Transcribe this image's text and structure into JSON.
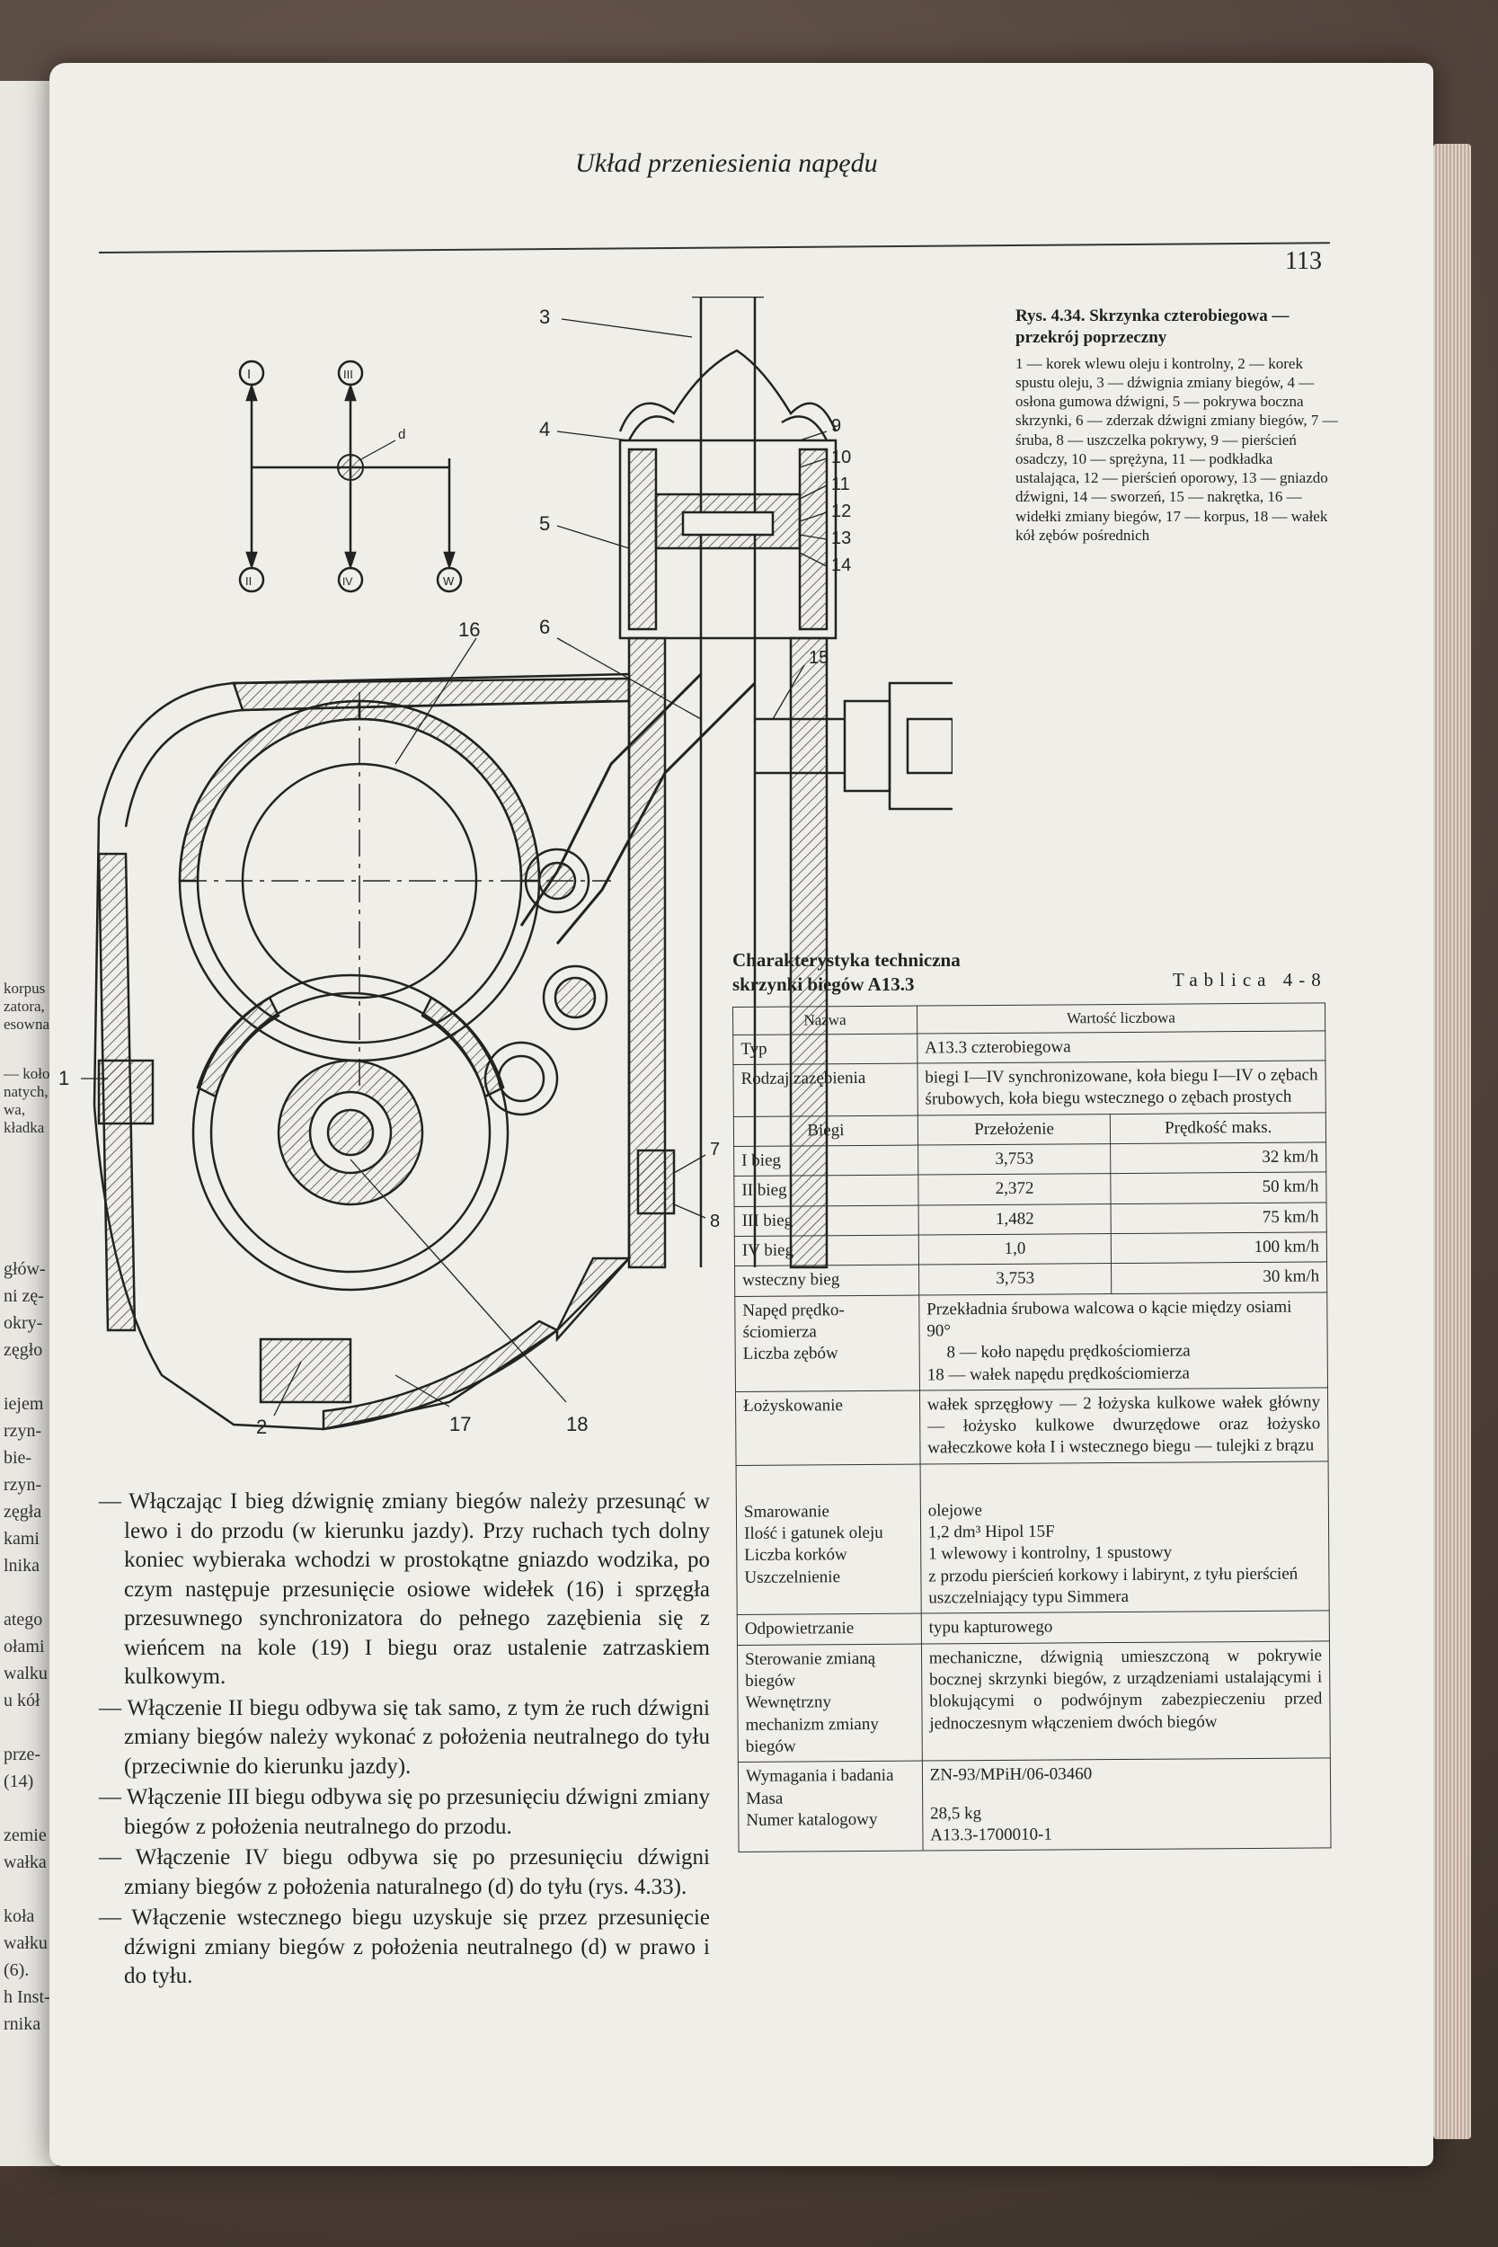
{
  "page": {
    "running_head": "Układ przeniesienia napędu",
    "number": "113"
  },
  "left_page_fragments": [
    "korpus",
    "zatora,",
    "esowna",
    "— koło",
    "natych,",
    "wa,",
    "kładka",
    "głów-",
    "ni zę-",
    "okry-",
    "zęgło",
    "iejem",
    "rzyn-",
    "bie-",
    "rzyn-",
    "zęgła",
    "kami",
    "lnika",
    "atego",
    "ołami",
    "walku",
    "u kół",
    "prze-",
    "(14)",
    "zemie",
    "wałka",
    "koła",
    "wałku",
    "(6).",
    "h Inst-",
    "rnika"
  ],
  "diagram": {
    "shift_positions": [
      "I",
      "III",
      "II",
      "IV",
      "W"
    ],
    "neutral_label": "d",
    "callouts": [
      "1",
      "2",
      "3",
      "4",
      "5",
      "6",
      "7",
      "8",
      "9",
      "10",
      "11",
      "12",
      "13",
      "14",
      "15",
      "16",
      "17",
      "18"
    ]
  },
  "caption": {
    "title": "Rys. 4.34. Skrzynka czterobiegowa — przekrój poprzeczny",
    "text": "1 — korek wlewu oleju i kontrolny, 2 — korek spustu oleju, 3 — dźwignia zmiany biegów, 4 — osłona gumowa dźwigni, 5 — pokrywa boczna skrzynki, 6 — zderzak dźwigni zmiany biegów, 7 — śruba, 8 — uszczelka pokrywy, 9 — pierścień osadczy, 10 — sprężyna, 11 — podkładka ustalająca, 12 — pierścień oporowy, 13 — gniazdo dźwigni, 14 — sworzeń, 15 — nakrętka, 16 — widełki zmiany biegów, 17 — korpus, 18 — wałek kół zębów pośrednich"
  },
  "table": {
    "title_line1": "Charakterystyka techniczna",
    "title_line2": "skrzynki biegów A13.3",
    "label": "Tablica 4-8",
    "head_name": "Nazwa",
    "head_value": "Wartość liczbowa",
    "typ_label": "Typ",
    "typ_value": "A13.3 czterobiegowa",
    "zaz_label": "Rodzaj zazębienia",
    "zaz_value": "biegi I—IV synchronizowane, koła biegu I—IV o zębach śrubowych, koła biegu wstecznego o zębach prostych",
    "gear_head": [
      "Biegi",
      "Przełożenie",
      "Prędkość maks."
    ],
    "gears": [
      {
        "name": "I bieg",
        "ratio": "3,753",
        "speed": "32 km/h"
      },
      {
        "name": "II bieg",
        "ratio": "2,372",
        "speed": "50 km/h"
      },
      {
        "name": "III bieg",
        "ratio": "1,482",
        "speed": "75 km/h"
      },
      {
        "name": "IV bieg",
        "ratio": "1,0",
        "speed": "100 km/h"
      },
      {
        "name": "wsteczny bieg",
        "ratio": "3,753",
        "speed": "30 km/h"
      }
    ],
    "naped_label": [
      "Napęd prędko-",
      "ściomierza",
      "Liczba zębów"
    ],
    "naped_value": [
      "Przekładnia śrubowa walcowa o kącie między osiami 90°",
      "8 — koło napędu prędkościomierza",
      "18 — wałek napędu prędkościomierza"
    ],
    "loz_label": "Łożyskowanie",
    "loz_value": "wałek sprzęgłowy — 2 łożyska kulkowe wałek główny — łożysko kulkowe dwurzędowe oraz łożysko wałeczkowe koła I i wstecznego biegu — tulejki z brązu",
    "smar_label": [
      "Smarowanie",
      "Ilość i gatunek oleju",
      "Liczba korków",
      "Uszczelnienie"
    ],
    "smar_value": [
      "olejowe",
      "1,2 dm³ Hipol 15F",
      "1 wlewowy i kontrolny, 1 spustowy",
      "z przodu pierścień korkowy i labirynt, z tyłu pierścień uszczelniający typu Simmera"
    ],
    "odp_label": "Odpowietrzanie",
    "odp_value": "typu kapturowego",
    "ster_label": [
      "Sterowanie zmianą biegów",
      "Wewnętrzny mechanizm zmiany biegów"
    ],
    "ster_value": "mechaniczne, dźwignią umieszczoną w pokrywie bocznej skrzynki biegów, z urządzeniami ustalającymi i blokującymi o podwójnym zabezpieczeniu przed jednoczesnym włączeniem dwóch biegów",
    "wym_label": [
      "Wymagania i badania",
      "Masa",
      "Numer katalogowy"
    ],
    "wym_value": [
      "ZN-93/MPiH/06-03460",
      "28,5 kg",
      "A13.3-1700010-1"
    ]
  },
  "body": {
    "paragraphs": [
      "— Włączając I bieg dźwignię zmiany biegów należy przesunąć w lewo i do przodu (w kierunku jazdy). Przy ruchach tych dolny koniec wybieraka wchodzi w prostokątne gniazdo wodzika, po czym następuje przesunięcie osiowe widełek (16) i sprzęgła przesuwnego synchronizatora do pełnego zazębienia się z wieńcem na kole (19) I biegu oraz ustalenie zatrzaskiem kulkowym.",
      "— Włączenie II biegu odbywa się tak samo, z tym że ruch dźwigni zmiany biegów należy wykonać z położenia neutralnego do tyłu (przeciwnie do kierunku jazdy).",
      "— Włączenie III biegu odbywa się po przesunięciu dźwigni zmiany biegów z położenia neutralnego do przodu.",
      "— Włączenie IV biegu odbywa się po przesunięciu dźwigni zmiany biegów z położenia naturalnego (d) do tyłu (rys. 4.33).",
      "— Włączenie wstecznego biegu uzyskuje się przez przesunięcie dźwigni zmiany biegów z położenia neutralnego (d) w prawo i do tyłu."
    ]
  }
}
